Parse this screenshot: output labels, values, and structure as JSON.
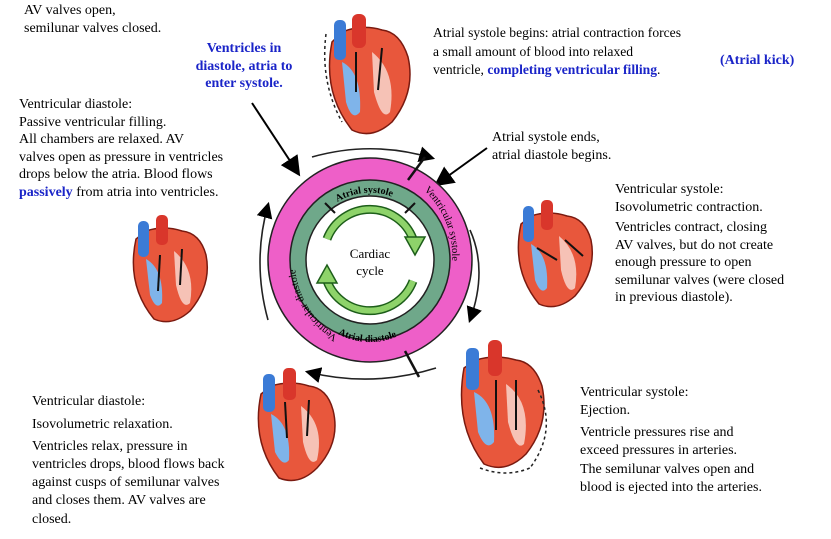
{
  "annotations": {
    "top_left": [
      "AV valves open,",
      "semilunar valves closed."
    ],
    "center_top": [
      "Ventricles in",
      "diastole, atria to",
      "enter systole."
    ],
    "top_right": {
      "line1": "Atrial systole begins: atrial contraction forces",
      "line2": "a small amount of blood into relaxed",
      "line3_prefix": "ventricle, ",
      "line3_highlight": "completing ventricular filling",
      "line3_suffix": ".",
      "kick": "(Atrial kick)"
    },
    "atrial_end": [
      "Atrial systole ends,",
      "atrial diastole begins."
    ],
    "left_mid": {
      "lines": [
        "Ventricular diastole:",
        "Passive ventricular filling.",
        "All chambers are relaxed.  AV",
        "valves open as pressure in ventricles",
        "drops below the atria. Blood flows"
      ],
      "last_highlight": "passively",
      "last_suffix": " from atria into ventricles."
    },
    "right_mid": [
      "Ventricular systole:",
      "Isovolumetric contraction.",
      "Ventricles contract, closing",
      "AV valves, but do not create",
      "enough pressure to open",
      "semilunar valves (were closed",
      "in previous diastole)."
    ],
    "bottom_left": [
      "Ventricular diastole:",
      "Isovolumetric relaxation.",
      "Ventricles relax, pressure in",
      "ventricles drops, blood flows back",
      "against cusps of  semilunar valves",
      "and closes them. AV valves are",
      "closed."
    ],
    "bottom_right": [
      "Ventricular systole:",
      "Ejection.",
      "Ventricle pressures rise and",
      "exceed pressures in arteries.",
      "The semilunar valves open and",
      "blood is ejected into the arteries."
    ]
  },
  "cycle": {
    "center_label_1": "Cardiac",
    "center_label_2": "cycle",
    "inner_top": "Atrial systole",
    "inner_bottom": "Atrial diastole",
    "outer_left": "Ventricular diastole",
    "outer_right": "Ventricular systole"
  },
  "colors": {
    "blue_text": "#1a24c8",
    "outer_ring": "#ee5fc8",
    "inner_ring": "#6fa88a",
    "center_arrows": "#8ed36a"
  }
}
